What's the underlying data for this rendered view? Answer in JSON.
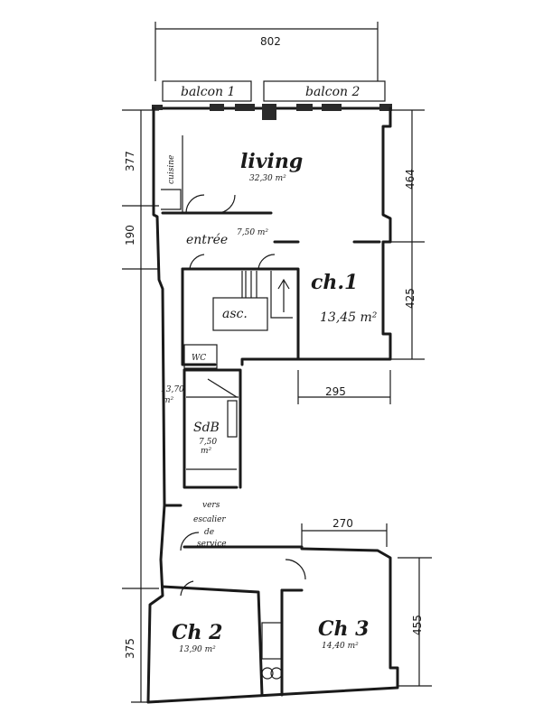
{
  "plan": {
    "dimensions": {
      "top_width": "802",
      "left_top": "377",
      "left_mid": "190",
      "left_bottom": "375",
      "right_top": "464",
      "right_mid": "425",
      "right_bottom": "455",
      "ch1_width": "295",
      "ch3_width": "270"
    },
    "rooms": {
      "balcon1": "balcon 1",
      "balcon2": "balcon 2",
      "living": "living",
      "living_area": "32,30 m²",
      "cuisine": "cuisine",
      "entree": "entrée",
      "entree_area": "7,50 m²",
      "ch1": "ch.1",
      "ch1_area": "13,45 m²",
      "asc": "asc.",
      "wc": "WC",
      "hall_area": "13,70",
      "hall_unit": "m²",
      "sdb": "SdB",
      "sdb_area": "7,50",
      "sdb_unit": "m²",
      "service_1": "vers",
      "service_2": "escalier",
      "service_3": "de",
      "service_4": "service",
      "ch2": "Ch 2",
      "ch2_area": "13,90 m²",
      "ch3": "Ch 3",
      "ch3_area": "14,40 m²"
    }
  }
}
